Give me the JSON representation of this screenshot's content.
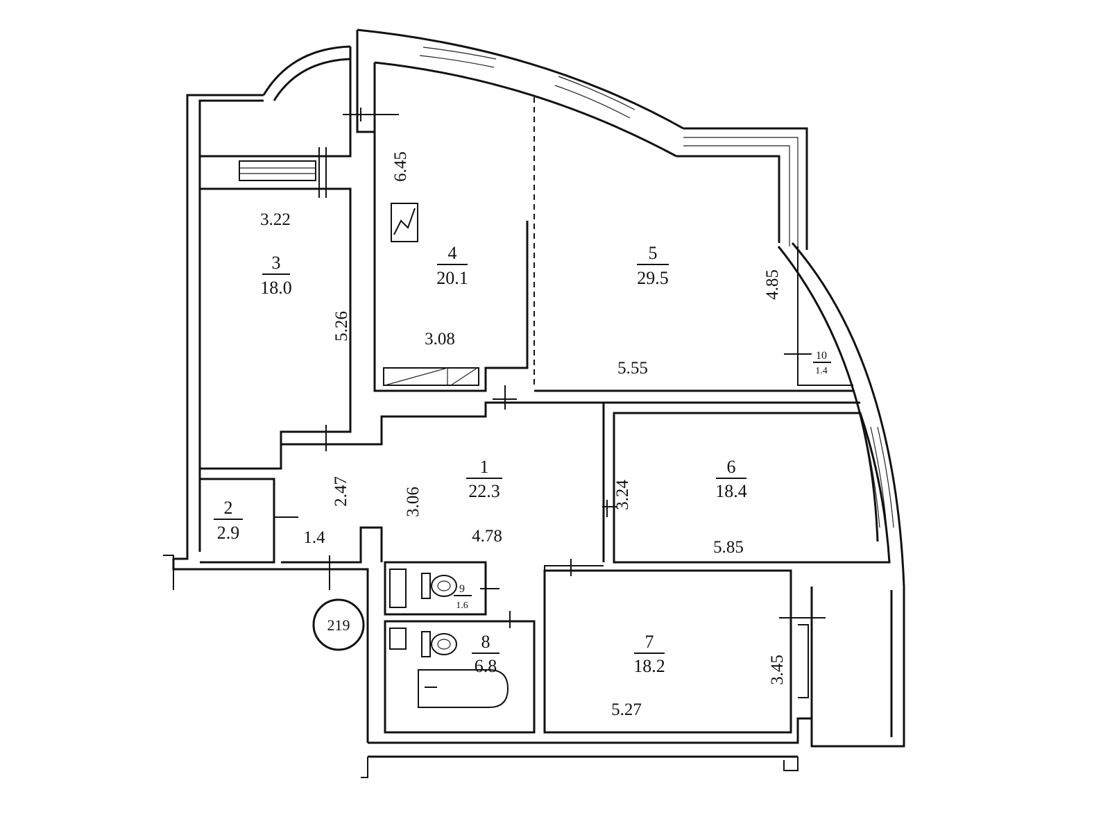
{
  "plan": {
    "rooms": [
      {
        "id": "1",
        "number": "1",
        "area": "22.3"
      },
      {
        "id": "2",
        "number": "2",
        "area": "2.9"
      },
      {
        "id": "3",
        "number": "3",
        "area": "18.0"
      },
      {
        "id": "4",
        "number": "4",
        "area": "20.1"
      },
      {
        "id": "5",
        "number": "5",
        "area": "29.5"
      },
      {
        "id": "6",
        "number": "6",
        "area": "18.4"
      },
      {
        "id": "7",
        "number": "7",
        "area": "18.2"
      },
      {
        "id": "8",
        "number": "8",
        "area": "6.8"
      },
      {
        "id": "9",
        "number": "9",
        "area": "1.6"
      },
      {
        "id": "10",
        "number": "10",
        "area": "1.4"
      }
    ],
    "dimensions": {
      "room3_width": "3.22",
      "room3_length": "5.26",
      "room4_length": "6.45",
      "room4_width": "3.08",
      "room5_width": "5.55",
      "room5_length": "4.85",
      "hall_width": "4.78",
      "hall_depth": "3.06",
      "corridor_depth": "2.47",
      "corridor_width": "1.4",
      "room6_depth": "3.24",
      "room6_width": "5.85",
      "room7_width": "5.27",
      "room7_depth": "3.45"
    },
    "apartment_number": "219"
  }
}
